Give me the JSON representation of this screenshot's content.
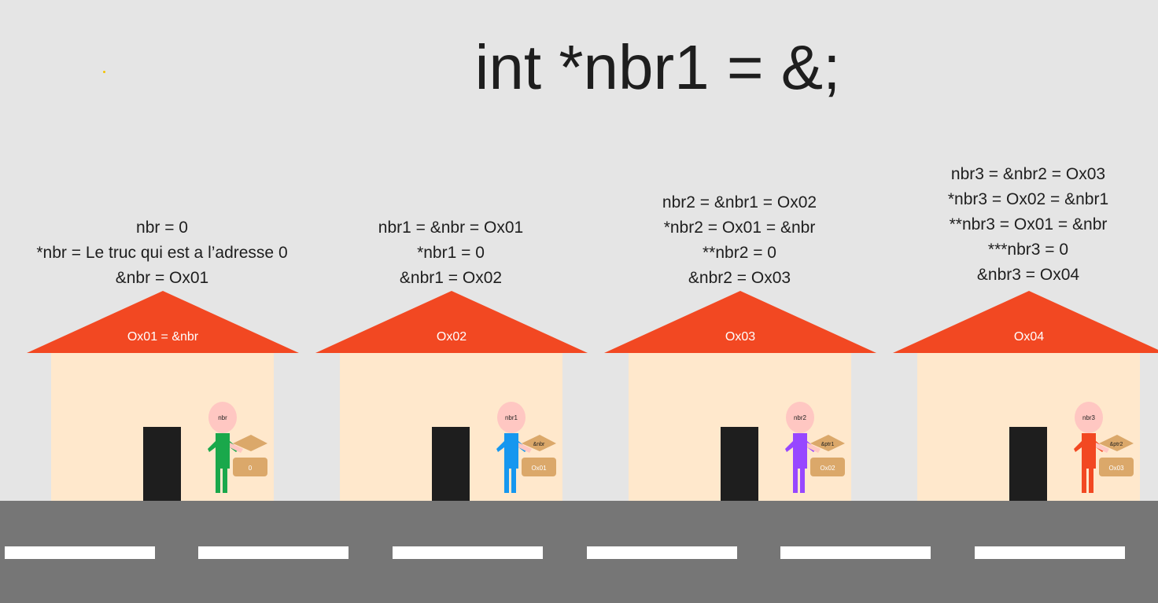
{
  "title": "int *nbr1 = &;",
  "houses": [
    {
      "roof_label": "Ox01 = &nbr",
      "lines": [
        "nbr = 0",
        "*nbr = Le truc qui est a l’adresse 0",
        "&nbr = Ox01"
      ],
      "person_name": "nbr",
      "person_color": "#1aa84b",
      "envelope_label": "",
      "box_label": "0"
    },
    {
      "roof_label": "Ox02",
      "lines": [
        "nbr1 = &nbr = Ox01",
        "*nbr1 = 0",
        "&nbr1 = Ox02"
      ],
      "person_name": "nbr1",
      "person_color": "#1597ef",
      "envelope_label": "&nbr",
      "box_label": "Ox01"
    },
    {
      "roof_label": "Ox03",
      "lines": [
        "nbr2 = &nbr1 = Ox02",
        "*nbr2 = Ox01 = &nbr",
        "**nbr2 = 0",
        "&nbr2 = Ox03"
      ],
      "person_name": "nbr2",
      "person_color": "#9747ff",
      "envelope_label": "&ptr1",
      "box_label": "Ox02"
    },
    {
      "roof_label": "Ox04",
      "lines": [
        "nbr3 = &nbr2 = Ox03",
        "*nbr3 = Ox02 = &nbr1",
        "**nbr3 = Ox01 = &nbr",
        "***nbr3 = 0",
        "&nbr3 = Ox04"
      ],
      "person_name": "nbr3",
      "person_color": "#f24822",
      "envelope_label": "&ptr2",
      "box_label": "Ox03"
    }
  ],
  "colors": {
    "roof": "#f24822",
    "wall": "#ffe8cc",
    "door": "#1e1e1e",
    "head": "#ffc7c2",
    "parcel": "#dba86a",
    "road": "#767676"
  }
}
